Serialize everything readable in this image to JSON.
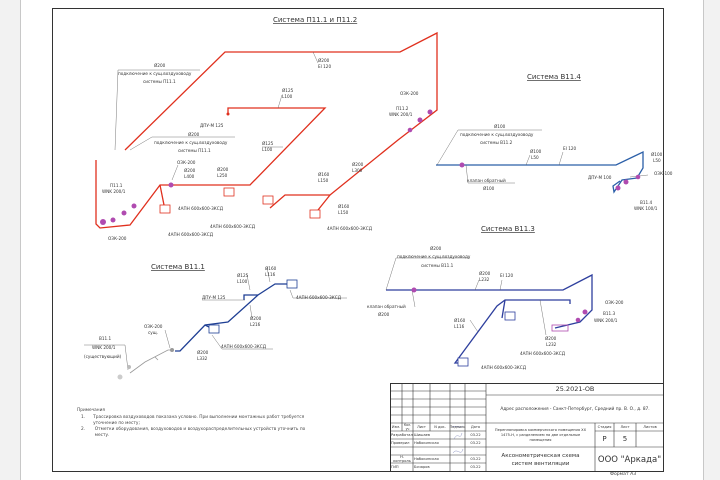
{
  "systems": {
    "p11": {
      "title": "Система П11.1 и П11.2",
      "color": "#e0301e",
      "labels": {
        "top_duct": [
          "Ø200",
          "El 120"
        ],
        "connection_top": [
          "Ø200",
          "подключение к сущ.воздуховоду",
          "системы П11.1"
        ],
        "connection_mid": [
          "Ø200",
          "подключение к сущ.воздуховоду",
          "системы П11.1"
        ],
        "dpu": "ДПУ-М 125",
        "d125_top": [
          "Ø125",
          "L100"
        ],
        "d125_mid": [
          "Ø125",
          "L100"
        ],
        "ozk_left": "ОЗК-200",
        "d200_l400": [
          "Ø200",
          "L400"
        ],
        "d200_l250": [
          "Ø200",
          "L250"
        ],
        "unit_p111": [
          "П11.1",
          "WNK 200/1"
        ],
        "ozk_bottom": "ОЗК-200",
        "d160_l150_a": [
          "Ø160",
          "L150"
        ],
        "d160_l150_b": [
          "Ø160",
          "L150"
        ],
        "d200_l300": [
          "Ø200",
          "L300"
        ],
        "unit_p112": [
          "П11.2",
          "WNK 200/1"
        ],
        "ozk_right": "ОЗК-200",
        "grille_1": "4АПН 600x600-3КСД",
        "grille_2": "4АПН 600x600-3КСД",
        "grille_3": "4АПН 600x600-3КСД",
        "grille_4": "4АПН 600x600-3КСД"
      }
    },
    "b114": {
      "title": "Система В11.4",
      "color": "#2b5fa8",
      "labels": {
        "connection": [
          "Ø100",
          "подключение к сущ.воздуховоду",
          "системы В11.2"
        ],
        "d100_l50": [
          "Ø100",
          "L50"
        ],
        "ei": "EI 120",
        "check_valve": [
          "клапан обратный",
          "Ø100"
        ],
        "d100_l50_r": [
          "Ø100",
          "L50"
        ],
        "ozk": "ОЗК-100",
        "dpu": "ДПУ-М 100",
        "unit": [
          "В11.4",
          "WNK 100/1"
        ]
      }
    },
    "b113": {
      "title": "Система В11.3",
      "color": "#2e3f9e",
      "labels": {
        "connection": [
          "Ø200",
          "подключение к сущ.воздуховоду",
          "системы В11.1"
        ],
        "d200_l232_top": [
          "Ø200",
          "L232"
        ],
        "ei": "EI 120",
        "check_valve": [
          "клапан обратный",
          "Ø200"
        ],
        "ozk": "ОЗК-200",
        "unit": [
          "В11.3",
          "WNK 200/1"
        ],
        "d160_l116": [
          "Ø160",
          "L116"
        ],
        "d200_l232_bot": [
          "Ø200",
          "L232"
        ],
        "grille_1": "4АПН 600x600-3КСД",
        "grille_2": "4АПН 600x600-3КСД"
      }
    },
    "b111": {
      "title": "Система В11.1",
      "color": "#1f3f94",
      "labels": {
        "d125_l100": [
          "Ø125",
          "L100"
        ],
        "d160_l116": [
          "Ø160",
          "L116"
        ],
        "dpu": "ДПУ-М 125",
        "grille_1": "4АПН 600x600-3КСД",
        "d200_l216": [
          "Ø200",
          "L216"
        ],
        "ozk": [
          "ОЗК-200",
          "сущ."
        ],
        "unit": [
          "В11.1",
          "WNK 200/1",
          "(существующий)"
        ],
        "grille_2": "4АПН 600x600-3КСД",
        "d200_l332": [
          "Ø200",
          "L332"
        ]
      }
    }
  },
  "notes": {
    "heading": "Примечания",
    "items": [
      {
        "num": "1.",
        "text": "Трассировка воздуховодов показана условно. При выполнении монтажных работ требуется уточнение по месту;"
      },
      {
        "num": "2.",
        "text": "Отметки оборудования, воздуховодов и воздухораспределительных устройств уточнить по месту."
      }
    ]
  },
  "stamp": {
    "code": "25.2021-ОВ",
    "address": "Адрес расположения - Санкт-Петербург, Средний пр. В. О., д. 87.",
    "columns": [
      "Изм.",
      "Кол. уч",
      "Лист",
      "N док.",
      "Подпись",
      "Дата"
    ],
    "rows": [
      {
        "role": "Разработал",
        "name": "Шишаев",
        "date": "03.22"
      },
      {
        "role": "Проверил",
        "name": "Набокинская",
        "date": "03.22"
      },
      {
        "role": "",
        "name": "",
        "date": ""
      },
      {
        "role": "Н. контроль",
        "name": "Набокинская",
        "date": "03.22"
      },
      {
        "role": "ГИП",
        "name": "Бочаров",
        "date": "03.22"
      }
    ],
    "project": "Перепланировка коммерческого помещения ХХ 1475-Н, с разделением на две отдельные помещения",
    "stage_label": "Стадия",
    "sheet_label": "Лист",
    "sheets_label": "Листов",
    "stage": "Р",
    "sheet": "5",
    "sheets": "",
    "drawing_title": "Аксонометрическая схема систем вентиляции",
    "company": "ООО \"Аркада\"",
    "format": "Формат А3"
  }
}
